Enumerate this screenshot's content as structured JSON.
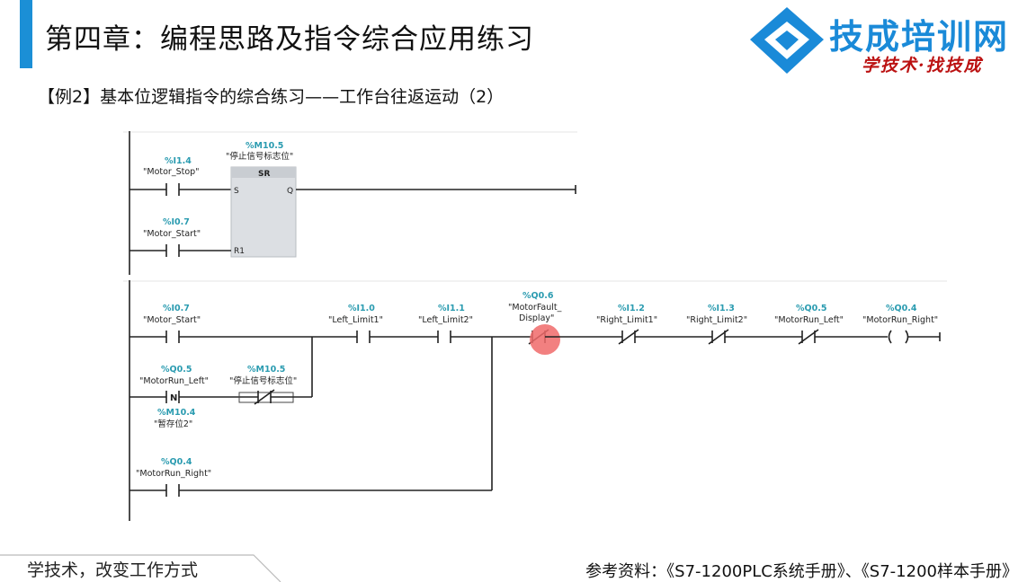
{
  "header": {
    "title": "第四章：编程思路及指令综合应用练习",
    "logo_text": "技成培训网",
    "logo_slogan": "学技术·找技成"
  },
  "example_title": "【例2】基本位逻辑指令的综合练习——工作台往返运动（2）",
  "network1": {
    "sr_addr": "%M10.5",
    "sr_tag": "\"停止信号标志位\"",
    "sr_label": "SR",
    "sr_s": "S",
    "sr_q": "Q",
    "sr_r1": "R1",
    "stop_addr": "%I1.4",
    "stop_tag": "\"Motor_Stop\"",
    "start_addr": "%I0.7",
    "start_tag": "\"Motor_Start\""
  },
  "network2": {
    "c1_addr": "%I0.7",
    "c1_tag": "\"Motor_Start\"",
    "c2_addr": "%Q0.5",
    "c2_tag": "\"MotorRun_Left\"",
    "c2_sub_addr": "%M10.4",
    "c2_sub_tag": "\"暂存位2\"",
    "c2_n": "N",
    "c3_addr": "%M10.5",
    "c3_tag": "\"停止信号标志位\"",
    "c4_addr": "%Q0.4",
    "c4_tag": "\"MotorRun_Right\"",
    "c5_addr": "%I1.0",
    "c5_tag": "\"Left_Limit1\"",
    "c6_addr": "%I1.1",
    "c6_tag": "\"Left_Limit2\"",
    "c7_addr": "%Q0.6",
    "c7_tag1": "\"MotorFault_",
    "c7_tag2": "Display\"",
    "c8_addr": "%I1.2",
    "c8_tag": "\"Right_Limit1\"",
    "c9_addr": "%I1.3",
    "c9_tag": "\"Right_Limit2\"",
    "c10_addr": "%Q0.5",
    "c10_tag": "\"MotorRun_Left\"",
    "coil_addr": "%Q0.4",
    "coil_tag": "\"MotorRun_Right\""
  },
  "footer": {
    "left": "学技术，改变工作方式",
    "right": "参考资料：《S7-1200PLC系统手册》、《S7-1200样本手册》"
  },
  "colors": {
    "accent": "#1b8fd6",
    "address": "#2a9bb0",
    "cursor": "#f06a6a"
  }
}
